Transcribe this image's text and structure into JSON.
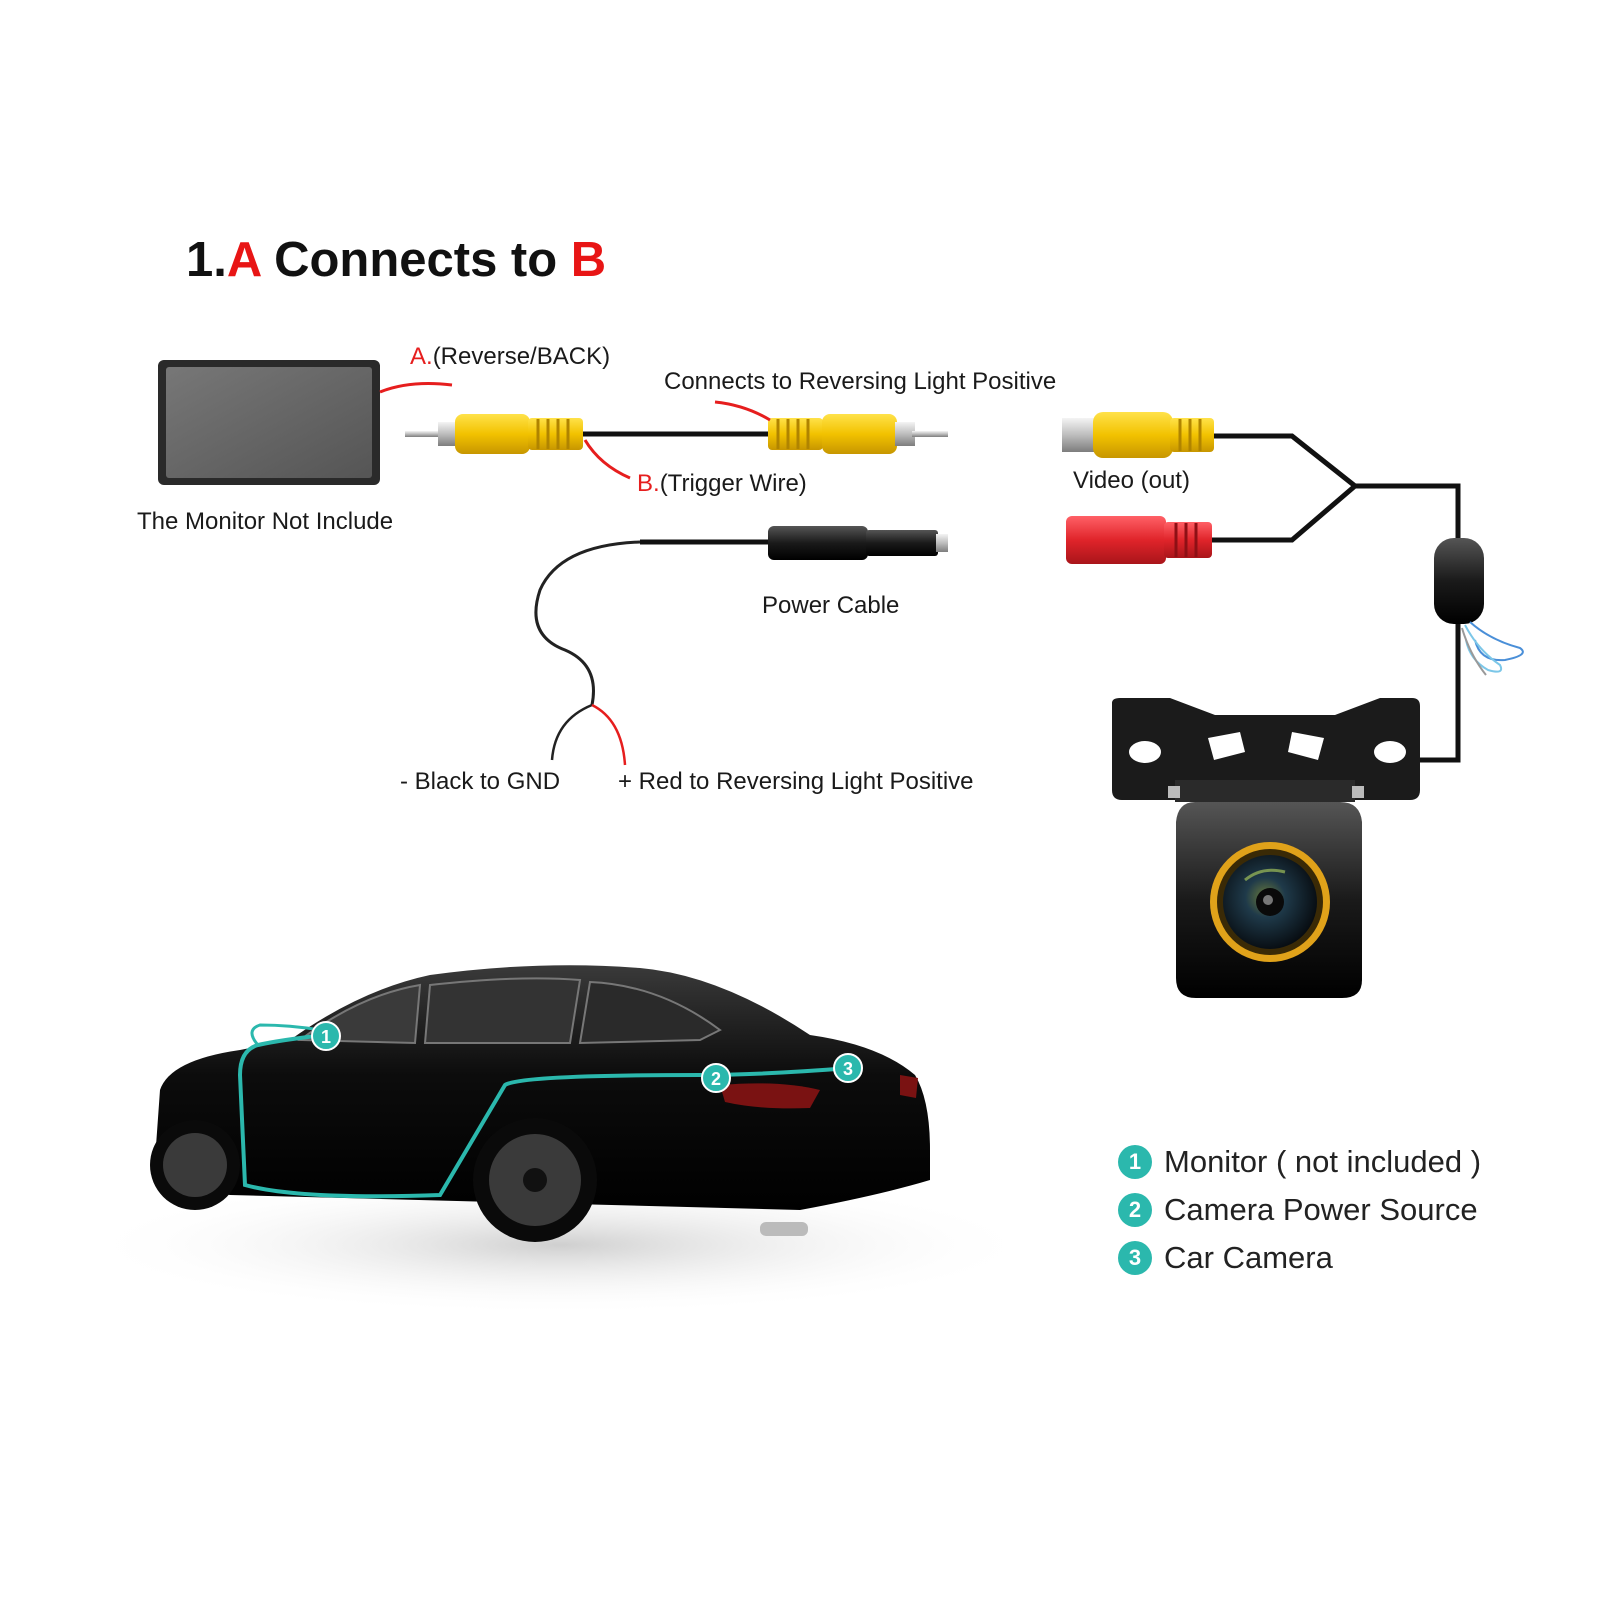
{
  "title": {
    "prefix": "1.",
    "a": "A",
    "middle": " Connects to ",
    "b": "B"
  },
  "labels": {
    "monitor_caption": "The Monitor Not Include",
    "a_letter": "A.",
    "a_text": "(Reverse/BACK)",
    "b_letter": "B.",
    "b_text": "(Trigger Wire)",
    "reversing_light": "Connects to Reversing Light Positive",
    "video_out": "Video (out)",
    "power_cable": "Power Cable",
    "black_gnd": "- Black to GND",
    "red_reversing": "+ Red to Reversing Light Positive"
  },
  "legend": [
    {
      "num": "1",
      "text": "Monitor ( not included )"
    },
    {
      "num": "2",
      "text": "Camera Power Source"
    },
    {
      "num": "3",
      "text": "Car Camera"
    }
  ],
  "car_markers": [
    "1",
    "2",
    "3"
  ],
  "colors": {
    "accent_red": "#e81515",
    "teal": "#2bb8ad",
    "rca_yellow": "#f2c200",
    "rca_red": "#e0242a",
    "camera_gold": "#e0a21a"
  },
  "icons": [
    "monitor-icon",
    "rca-connector-icon",
    "power-plug-icon",
    "camera-icon",
    "car-icon"
  ]
}
